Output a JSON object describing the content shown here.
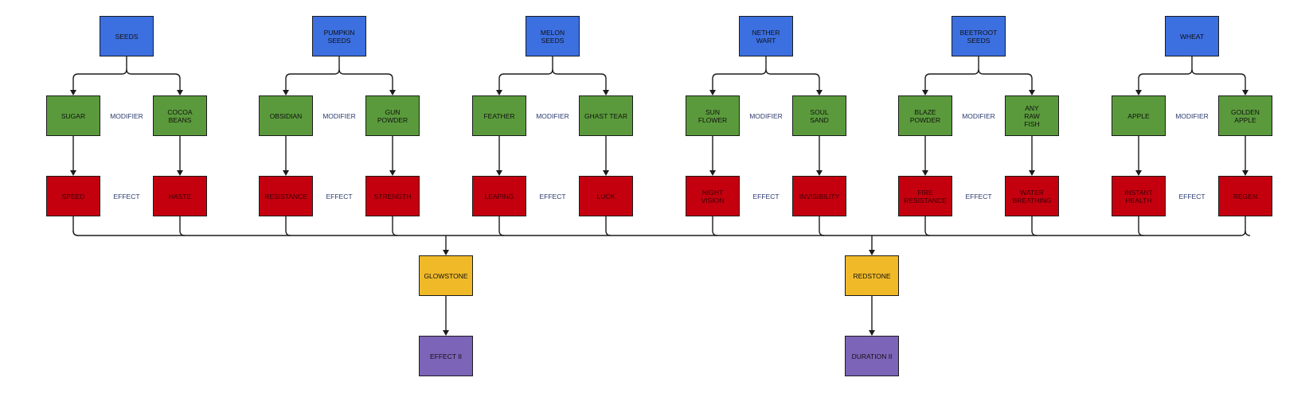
{
  "groups": [
    {
      "seed": "SEEDS",
      "left": "SUGAR",
      "right": "COCOA\nBEANS",
      "left_effect": "SPEED",
      "right_effect": "HASTE",
      "modifier_label": "MODIFIER",
      "effect_label": "EFFECT"
    },
    {
      "seed": "PUMPKIN\nSEEDS",
      "left": "OBSIDIAN",
      "right": "GUN\nPOWDER",
      "left_effect": "RESISTANCE",
      "right_effect": "STRENGTH",
      "modifier_label": "MODIFIER",
      "effect_label": "EFFECT"
    },
    {
      "seed": "MELON\nSEEDS",
      "left": "FEATHER",
      "right": "GHAST TEAR",
      "left_effect": "LEAPING",
      "right_effect": "LUCK",
      "modifier_label": "MODIFIER",
      "effect_label": "EFFECT"
    },
    {
      "seed": "NETHER\nWART",
      "left": "SUN\nFLOWER",
      "right": "SOUL\nSAND",
      "left_effect": "NIGHT\nVISION",
      "right_effect": "INVISIBILITY",
      "modifier_label": "MODIFIER",
      "effect_label": "EFFECT"
    },
    {
      "seed": "BEETROOT\nSEEDS",
      "left": "BLAZE\nPOWDER",
      "right": "ANY\nRAW\nFISH",
      "left_effect": "FIRE\nRESISTANCE",
      "right_effect": "WATER\nBREATHING",
      "modifier_label": "MODIFIER",
      "effect_label": "EFFECT"
    },
    {
      "seed": "WHEAT",
      "left": "APPLE",
      "right": "GOLDEN\nAPPLE",
      "left_effect": "INSTANT\nHEALTH",
      "right_effect": "REGEN",
      "modifier_label": "MODIFIER",
      "effect_label": "EFFECT"
    }
  ],
  "amplifiers": [
    {
      "name": "GLOWSTONE",
      "result": "EFFECT II"
    },
    {
      "name": "REDSTONE",
      "result": "DURATION II"
    }
  ],
  "colors": {
    "seed": "#3c6fe0",
    "ingredient": "#5a9a3c",
    "effect": "#c4000f",
    "amplifier": "#f0b928",
    "result": "#7c64b8",
    "connector": "#1c1c1c"
  }
}
